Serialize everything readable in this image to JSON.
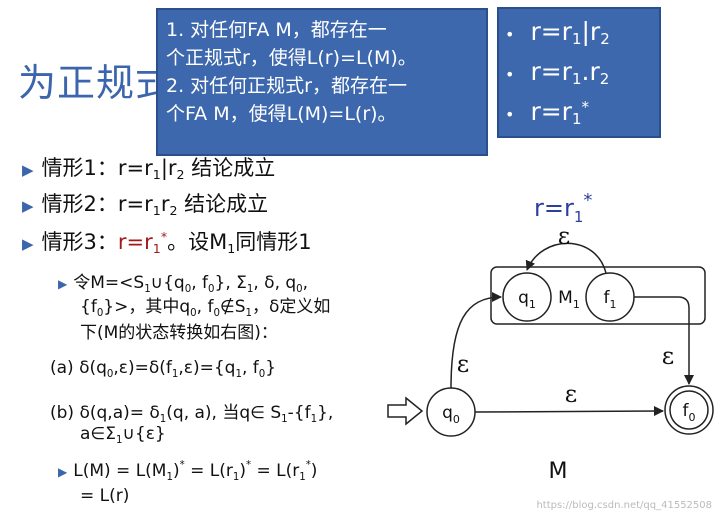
{
  "title": "为正规式",
  "popup": {
    "line1a": "1. 对任何FA M，都存在一",
    "line1b": "个正规式r，使得L(r)=L(M)。",
    "line2a": "2. 对任何正规式r，都存在一",
    "line2b": "个FA M，使得L(M)=L(r)。"
  },
  "rbox": {
    "bullet": "•",
    "item1": {
      "a": "r=r",
      "s1": "1",
      "b": "|r",
      "s2": "2"
    },
    "item2": {
      "a": "r=r",
      "s1": "1",
      "b": ".r",
      "s2": "2"
    },
    "item3": {
      "a": "r=r",
      "s1": "1",
      "sup": "*"
    }
  },
  "cases": {
    "c1": {
      "label": "情形1：",
      "a": "r=r",
      "s1": "1",
      "b": "|r",
      "s2": "2",
      "tail": " 结论成立"
    },
    "c2": {
      "label": "情形2：",
      "a": "r=r",
      "s1": "1",
      "b": "r",
      "s2": "2",
      "tail": " 结论成立"
    },
    "c3": {
      "label": "情形3：",
      "a": "r=r",
      "s1": "1",
      "sup": "*",
      "b": "。设M",
      "s2": "1",
      "tail": "同情形1"
    }
  },
  "def": {
    "l1": [
      "令M=<S",
      "1",
      "∪{q",
      "0",
      ", f",
      "0",
      "}, Σ",
      "1",
      ", δ, q",
      "0",
      ","
    ],
    "l2": [
      "{f",
      "0",
      "}>，其中q",
      "0",
      ", f",
      "0",
      "∉S",
      "1",
      "，δ定义如"
    ],
    "l3": "下(M的状态转换如右图)："
  },
  "eqa": [
    "(a) δ(q",
    "0",
    ",ε)=δ(f",
    "1",
    ",ε)={q",
    "1",
    ", f",
    "0",
    "}"
  ],
  "eqb": {
    "l1": [
      "(b) δ(q,a)= δ",
      "1",
      "(q, a), 当q∈ S",
      "1",
      "-{f",
      "1",
      "},"
    ],
    "l2": [
      "a∈Σ",
      "1",
      "∪{ε}"
    ]
  },
  "lang": {
    "l1": [
      "L(M) = L(M",
      "1",
      ")",
      "*",
      " = L(r",
      "1",
      ")",
      "*",
      " = L(r",
      "1",
      "*",
      ")"
    ],
    "l2": "= L(r)"
  },
  "diagram": {
    "caption": {
      "a": "r=r",
      "s1": "1",
      "sup": "*"
    },
    "label": "M",
    "inner_label": {
      "a": "M",
      "s1": "1"
    },
    "states": {
      "q1": {
        "a": "q",
        "s": "1"
      },
      "f1": {
        "a": "f",
        "s": "1"
      },
      "q0": {
        "a": "q",
        "s": "0"
      },
      "f0": {
        "a": "f",
        "s": "0"
      }
    },
    "edges": {
      "f1_q1": "ε",
      "q0_q1": "ε",
      "f1_f0": "ε",
      "q0_f0": "ε"
    }
  },
  "watermark": "https://blog.csdn.net/qq_41552508",
  "colors": {
    "accent": "#3b66ad",
    "popup_bg": "#3d68ad",
    "red": "#a11a1a",
    "caption": "#2b3f9e"
  }
}
